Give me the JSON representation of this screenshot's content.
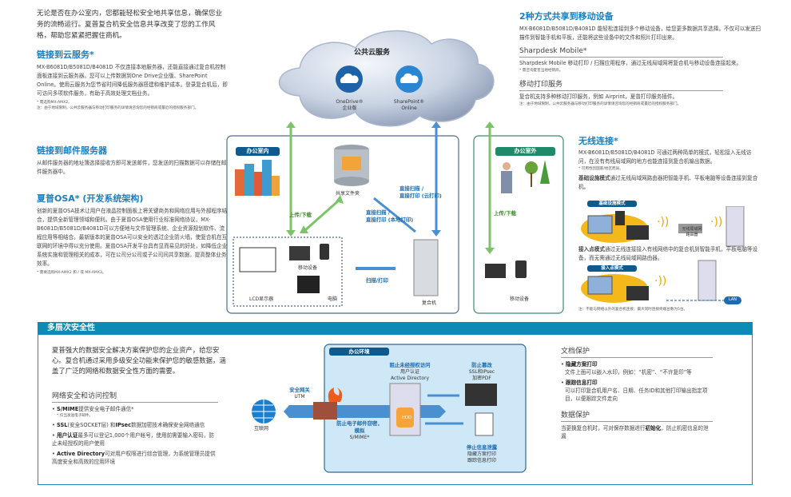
{
  "intro": "无论是否在办公室内，您都能轻松安全地共享信息，确保您业务的流畅运行。夏普复合机安全信息共享改变了您的工作风格，帮助您紧紧把握住商机。",
  "cloud_section": {
    "title": "链接到云服务*",
    "body": "MX-B6081D/B5081D/B4081D 不仅连接本地服务器，还能直接通过复合机控制面板连接到云服务器。您可以上传数据到One Drive企业版、SharePoint Online。使用云服务为您节省时间降低服务器搭建和维护成本。登录复合机后，即可访问多项软件服务，有助于高效处理文档业务。",
    "note1": "* 需选购MX-AMX2。",
    "note2": "注：由于地域限制，公共云服务器与移动打印服务的详情请咨询您的经销商或最近的授权服务部门。"
  },
  "mail_section": {
    "title": "链接到邮件服务器",
    "body": "从邮件服务器的地址簿选择接收方即可发送邮件，您发送的扫描数据可以存储在邮件服务器中。"
  },
  "osa_section": {
    "title": "夏普OSA* (开发系统架构)",
    "body": "创新的夏普OSA技术让用户在液晶控制面板上将关键商务和网络应用与外部程序结合，提供全新管理领域和便利。由于夏普OSA使用行业标准网络协议，MX-B6081D/B5081D/B4081D可以方便地与文件管理系统、企业资源规划软件、流程应用等相结合。最新版本的夏普OSA可以安全的透过企业防火墙，使复合机在互联网的环境中得以充分使用。夏普OSA开发平台具有显而易见的好处，如降低企业系统实施和管理相关的成本，可在公司分公司或子公司间共享数据，提高整体业务效率。",
    "note": "* 需要选购MX-AMX2 和 / 或 MX-AMX3。"
  },
  "diagram": {
    "cloud_title": "公共云服务",
    "onedrive": "OneDrive®",
    "onedrive_sub": "企业版",
    "sharepoint": "SharePoint®",
    "sharepoint_sub": "Online",
    "office_in": "办公室内",
    "office_out": "办公室外",
    "shared_folder": "共享文件夹",
    "upload_download": "上传/下载",
    "upload_download_out": "上传/下载",
    "direct_cloud_1": "直接扫描 /",
    "direct_cloud_2": "直接打印 (云打印)",
    "direct_local_1": "直接扫描 /",
    "direct_local_2": "直接打印 (本地打印)",
    "scan_print": "扫描/打印",
    "lcd": "LCD显示器",
    "mobile": "移动设备",
    "pc": "电脑",
    "mfp": "复合机",
    "mobile_out": "移动设备"
  },
  "mobile_section": {
    "title": "2种方式共享到移动设备",
    "body": "MX-B6081D/B5081D/B4081D 能轻松连接到多个移动设备，给您更多数据共享选择。不仅可以发送扫描件到智能手机和平板，还能将这些设备中的文件和照片打印出来。",
    "sharpdesk_title": "Sharpdesk Mobile*",
    "sharpdesk_body": "Sharpdesk Mobile 移动打印 / 扫描应用程序，通过无线局域网将复合机与移动设备连接起来。",
    "sharpdesk_note": "* 需咨询夏普当地经销商。",
    "print_title": "移动打印服务",
    "print_body": "复合机支持多种移动打印服务，例如 Airprint，夏普打印服务插件。",
    "print_note": "注：由于地域限制，公共云服务器与移动打印服务的详情请咨询您的经销商或最近的授权服务部门。"
  },
  "wireless_section": {
    "title": "无线连接*",
    "body": "MX-B6081D/B5081D/B4081D 可通过两种简单的模式，轻松接入无线访问，在没有有线局域网的地方也能连接到复合机输出数据。",
    "note": "* 可用性因国家/地区而异。",
    "infra_bold": "基础设施模式",
    "infra_body": "通过无线局域网路由器把智能手机、平板电脑等设备连接到复合机。",
    "infra_tag": "基础设施模式",
    "router": "无线局域网",
    "router2": "路由器",
    "ap_bold": "接入点模式",
    "ap_body": "通过无线连接接入有线网络中的复合机到智能手机，平板电脑等设备，而无需通过无线局域网路由器。",
    "ap_tag": "接入点模式",
    "lan": "LAN",
    "foot_note": "注：不能与网络以外的复合机连接；最大同时连接终端台数为5台。"
  },
  "security": {
    "title": "多层次安全性",
    "intro": "夏普强大的数据安全解决方案保护您的企业资产，给您安心。复合机通过采用多级安全功能来保护您的敏感数据，涵盖了广泛的网络和数据安全性方面的需要。",
    "net_title": "网络安全和访问控制",
    "b1_bold": "S/MIME",
    "b1_text": "提供安全电子邮件通信*",
    "b1_note": "* 仅当发送电子邮件。",
    "b2_bold": "SSL",
    "b2_mid": "(安全SOCKET层) 和",
    "b2_bold2": "IPsec",
    "b2_text": "数据加密技术确保安全网络通信",
    "b3_bold": "用户认证",
    "b3_text": "最多可以登记1,000个用户帐号，使用前需要输入密码，防止未经授权的用户使用",
    "b4_bold": "Active Directory",
    "b4_text": "可对用户权限进行综合管理，为系统管理员提供高度安全和高效的应用环境",
    "env_tag": "办公环境",
    "gateway": "安全网关",
    "utm": "UTM",
    "internet": "互联网",
    "prevent_unauth": "阻止未经授权访问",
    "user_auth": "用户认证",
    "ad": "Active Directory",
    "prevent_tamper": "防止篡改",
    "ssl_ipsec": "SSL和IPsec",
    "enc_pdf": "加密PDF",
    "prevent_email": "防止电子邮件窃密，",
    "spoof": "模拟",
    "smime": "S/MIME*",
    "hdd": "HDD",
    "stop_leak": "停止信息泄露",
    "hidden_print": "隐藏方案打印",
    "track_print": "跟踪信息打印",
    "doc_title": "文档保护",
    "d1_bold": "隐藏方案打印",
    "d1_text": "文件上面可以嵌入水印，例如：“机密”、“不许复印”等",
    "d2_bold": "跟踪信息打印",
    "d2_text": "可以打印复合机用户名、日期、任务ID和其他打印输出指定项目，以便跟踪文件走向",
    "data_title": "数据保护",
    "data_text1": "当更换复合机时，可对保存数据进行",
    "data_bold": "初始化",
    "data_text2": "，防止机密信息的泄漏"
  },
  "colors": {
    "accent": "#1a7fbf",
    "header": "#0b8bb5",
    "green": "#7cc36a",
    "blue_arrow": "#4a90d0"
  }
}
